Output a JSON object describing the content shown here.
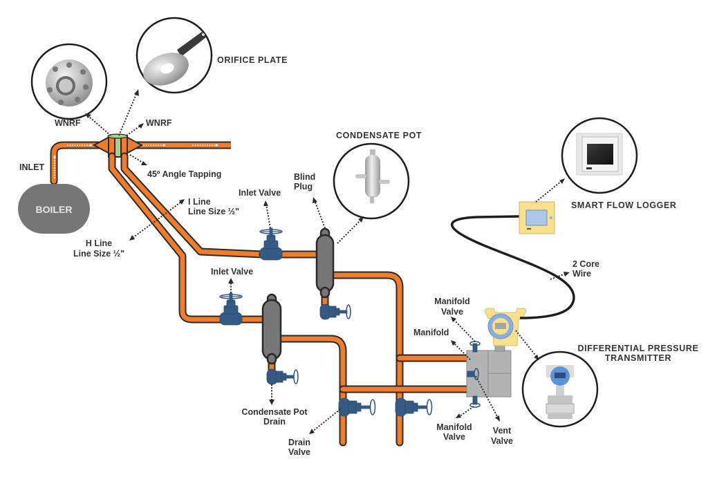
{
  "title": "Orifice Plate Flow Measurement Installation",
  "colors": {
    "pipe": "#ef7d2d",
    "pipe_outline": "#2a2a2a",
    "valve": "#355b85",
    "boiler": "#767676",
    "pot": "#777777",
    "orifice_plate_band": "#a8d08d",
    "logger_body": "#f9e08e",
    "logger_screen": "#aec6e8",
    "transmitter_body": "#f9e08e",
    "transmitter_ring": "#8aaedd",
    "manifold": "#b3b3b3",
    "label_text": "#333333"
  },
  "labels": {
    "inlet": "INLET",
    "boiler": "BOILER",
    "wnrf_left": "WNRF",
    "wnrf_right": "WNRF",
    "orifice_plate": "ORIFICE PLATE",
    "angle_tapping": "45º Angle Tapping",
    "i_line_1": "I Line",
    "i_line_2": "Line Size ½\"",
    "h_line_1": "H Line",
    "h_line_2": "Line Size ½\"",
    "inlet_valve_upper": "Inlet Valve",
    "inlet_valve_lower": "Inlet Valve",
    "blind_plug_1": "Blind",
    "blind_plug_2": "Plug",
    "condensate_pot": "CONDENSATE POT",
    "condensate_pot_drain_1": "Condensate Pot",
    "condensate_pot_drain_2": "Drain",
    "drain_valve_1": "Drain",
    "drain_valve_2": "Valve",
    "smart_flow_logger": "SMART FLOW LOGGER",
    "two_core_wire_1": "2 Core",
    "two_core_wire_2": "Wire",
    "manifold_valve_top_1": "Manifold",
    "manifold_valve_top_2": "Valve",
    "manifold": "Manifold",
    "manifold_valve_bottom_1": "Manifold",
    "manifold_valve_bottom_2": "Valve",
    "vent_valve_1": "Vent",
    "vent_valve_2": "Valve",
    "dpt_1": "DIFFERENTIAL PRESSURE",
    "dpt_2": "TRANSMITTER"
  },
  "icons": {
    "wnrf_photo": "flange-icon",
    "orifice_photo": "orifice-plate-icon",
    "condensate_pot_photo": "condensate-pot-icon",
    "logger_photo": "flow-logger-icon",
    "dpt_photo": "pressure-transmitter-icon"
  }
}
